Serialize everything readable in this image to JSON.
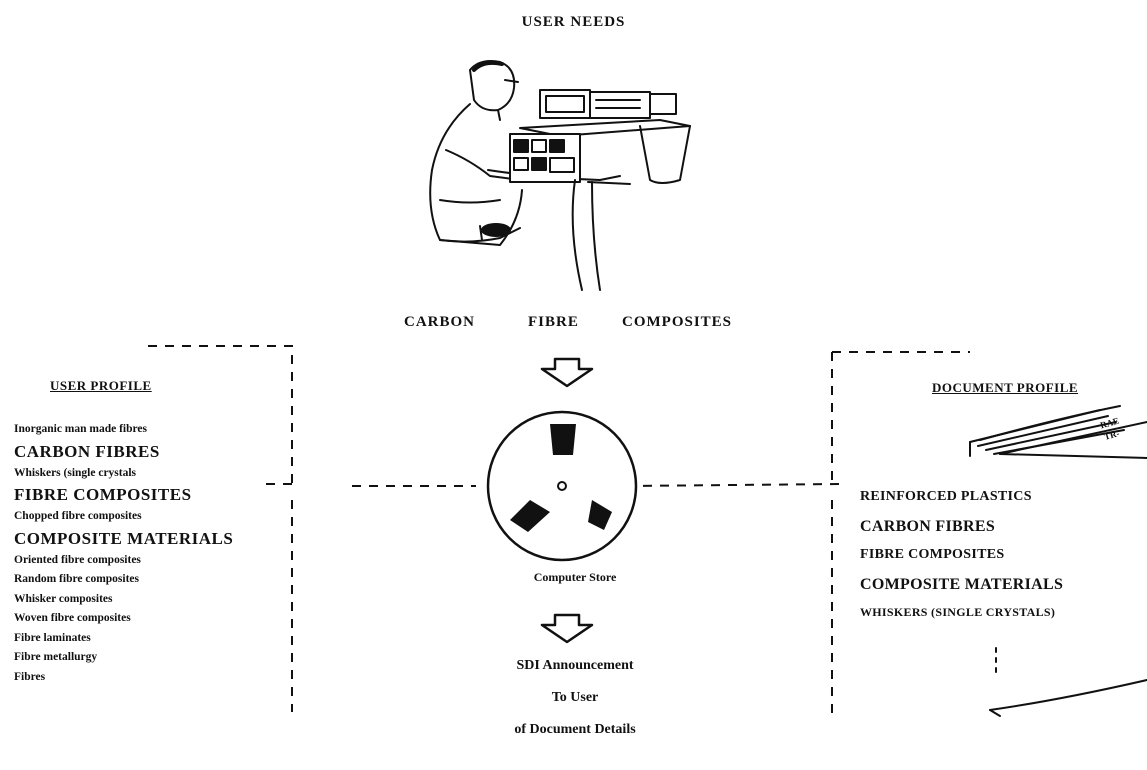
{
  "diagram": {
    "title": "USER NEEDS",
    "topics": [
      "CARBON",
      "FIBRE",
      "COMPOSITES"
    ],
    "user_profile": {
      "title": "USER PROFILE",
      "items": [
        {
          "text": "Inorganic man made fibres",
          "size": "sm"
        },
        {
          "text": "CARBON FIBRES",
          "size": "lg"
        },
        {
          "text": "Whiskers (single crystals",
          "size": "sm"
        },
        {
          "text": "FIBRE COMPOSITES",
          "size": "lg"
        },
        {
          "text": "Chopped fibre composites",
          "size": "sm"
        },
        {
          "text": "COMPOSITE MATERIALS",
          "size": "lg"
        },
        {
          "text": "Oriented fibre composites",
          "size": "sm"
        },
        {
          "text": "Random fibre composites",
          "size": "sm"
        },
        {
          "text": "Whisker composites",
          "size": "sm"
        },
        {
          "text": "Woven fibre composites",
          "size": "sm"
        },
        {
          "text": "Fibre laminates",
          "size": "sm"
        },
        {
          "text": "Fibre metallurgy",
          "size": "sm"
        },
        {
          "text": "Fibres",
          "size": "sm"
        }
      ]
    },
    "computer_store": "Computer Store",
    "sdi": {
      "line1": "SDI Announcement",
      "line2": "To User",
      "line3": "of Document Details"
    },
    "document_profile": {
      "title": "DOCUMENT PROFILE",
      "items": [
        {
          "text": "REINFORCED PLASTICS",
          "size": "md"
        },
        {
          "text": "CARBON FIBRES",
          "size": "lg"
        },
        {
          "text": "FIBRE COMPOSITES",
          "size": "md"
        },
        {
          "text": "COMPOSITE MATERIALS",
          "size": "lg"
        },
        {
          "text": "WHISKERS (SINGLE CRYSTALS)",
          "size": "sm"
        }
      ],
      "document_label_line1": "RAE",
      "document_label_line2": "TR-"
    }
  }
}
